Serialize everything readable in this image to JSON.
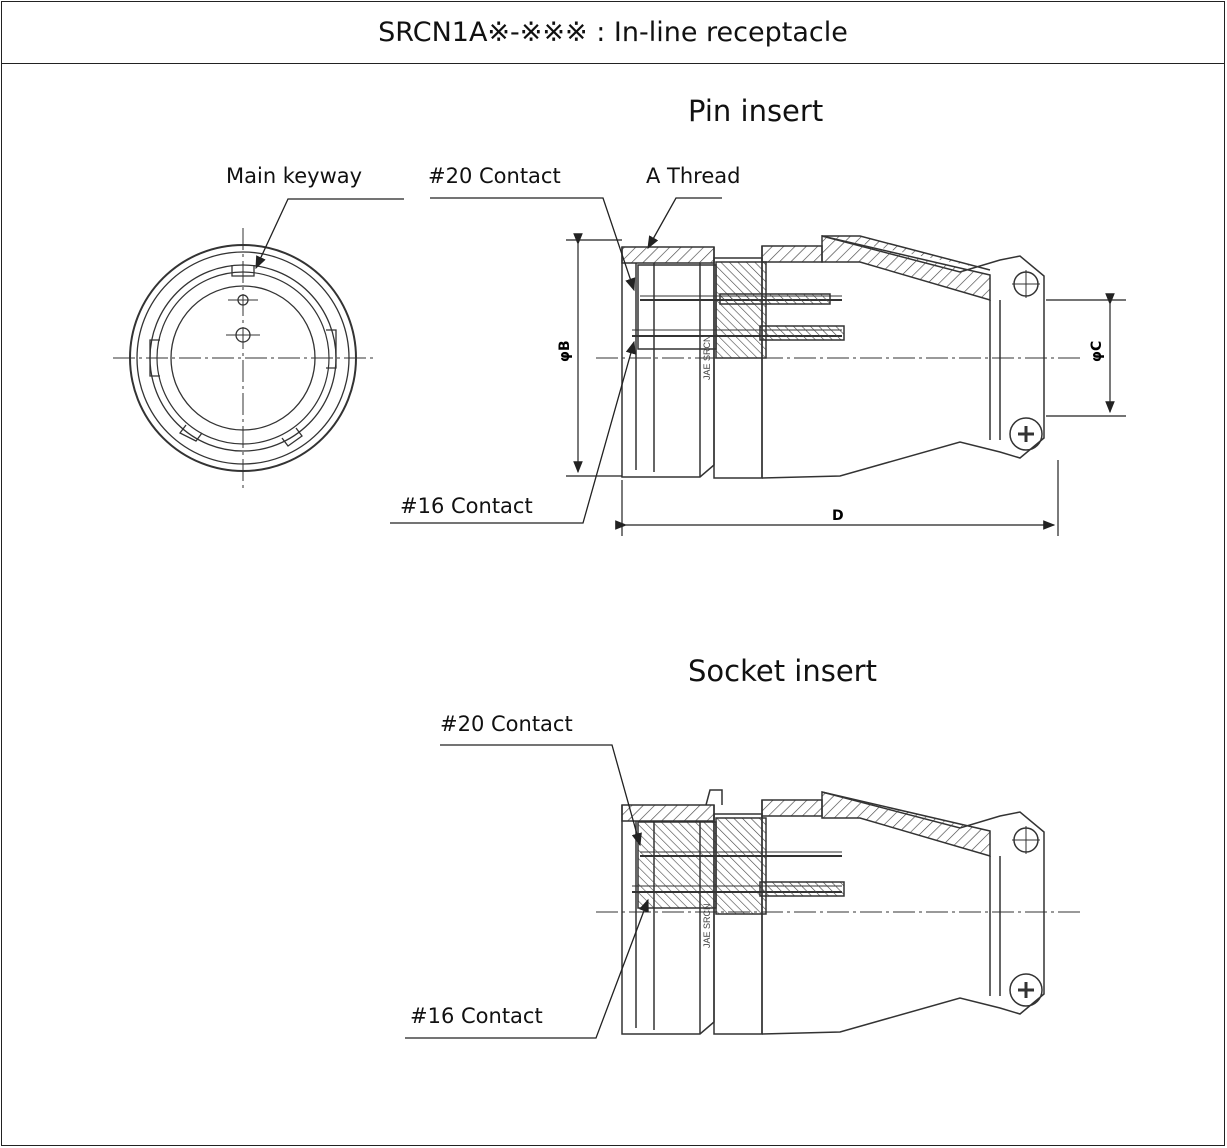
{
  "title": "SRCN1A※-※※※ : In-line receptacle",
  "pin_insert": {
    "heading": "Pin insert",
    "labels": {
      "main_keyway": "Main keyway",
      "contact20": "#20 Contact",
      "a_thread": "A Thread",
      "contact16": "#16 Contact"
    },
    "dimensions": {
      "phi_b": "φB",
      "phi_c": "φC",
      "d": "D"
    },
    "body_marking": "JAE SRCN"
  },
  "socket_insert": {
    "heading": "Socket insert",
    "labels": {
      "contact20": "#20 Contact",
      "contact16": "#16 Contact"
    },
    "body_marking": "JAE SRCN"
  }
}
